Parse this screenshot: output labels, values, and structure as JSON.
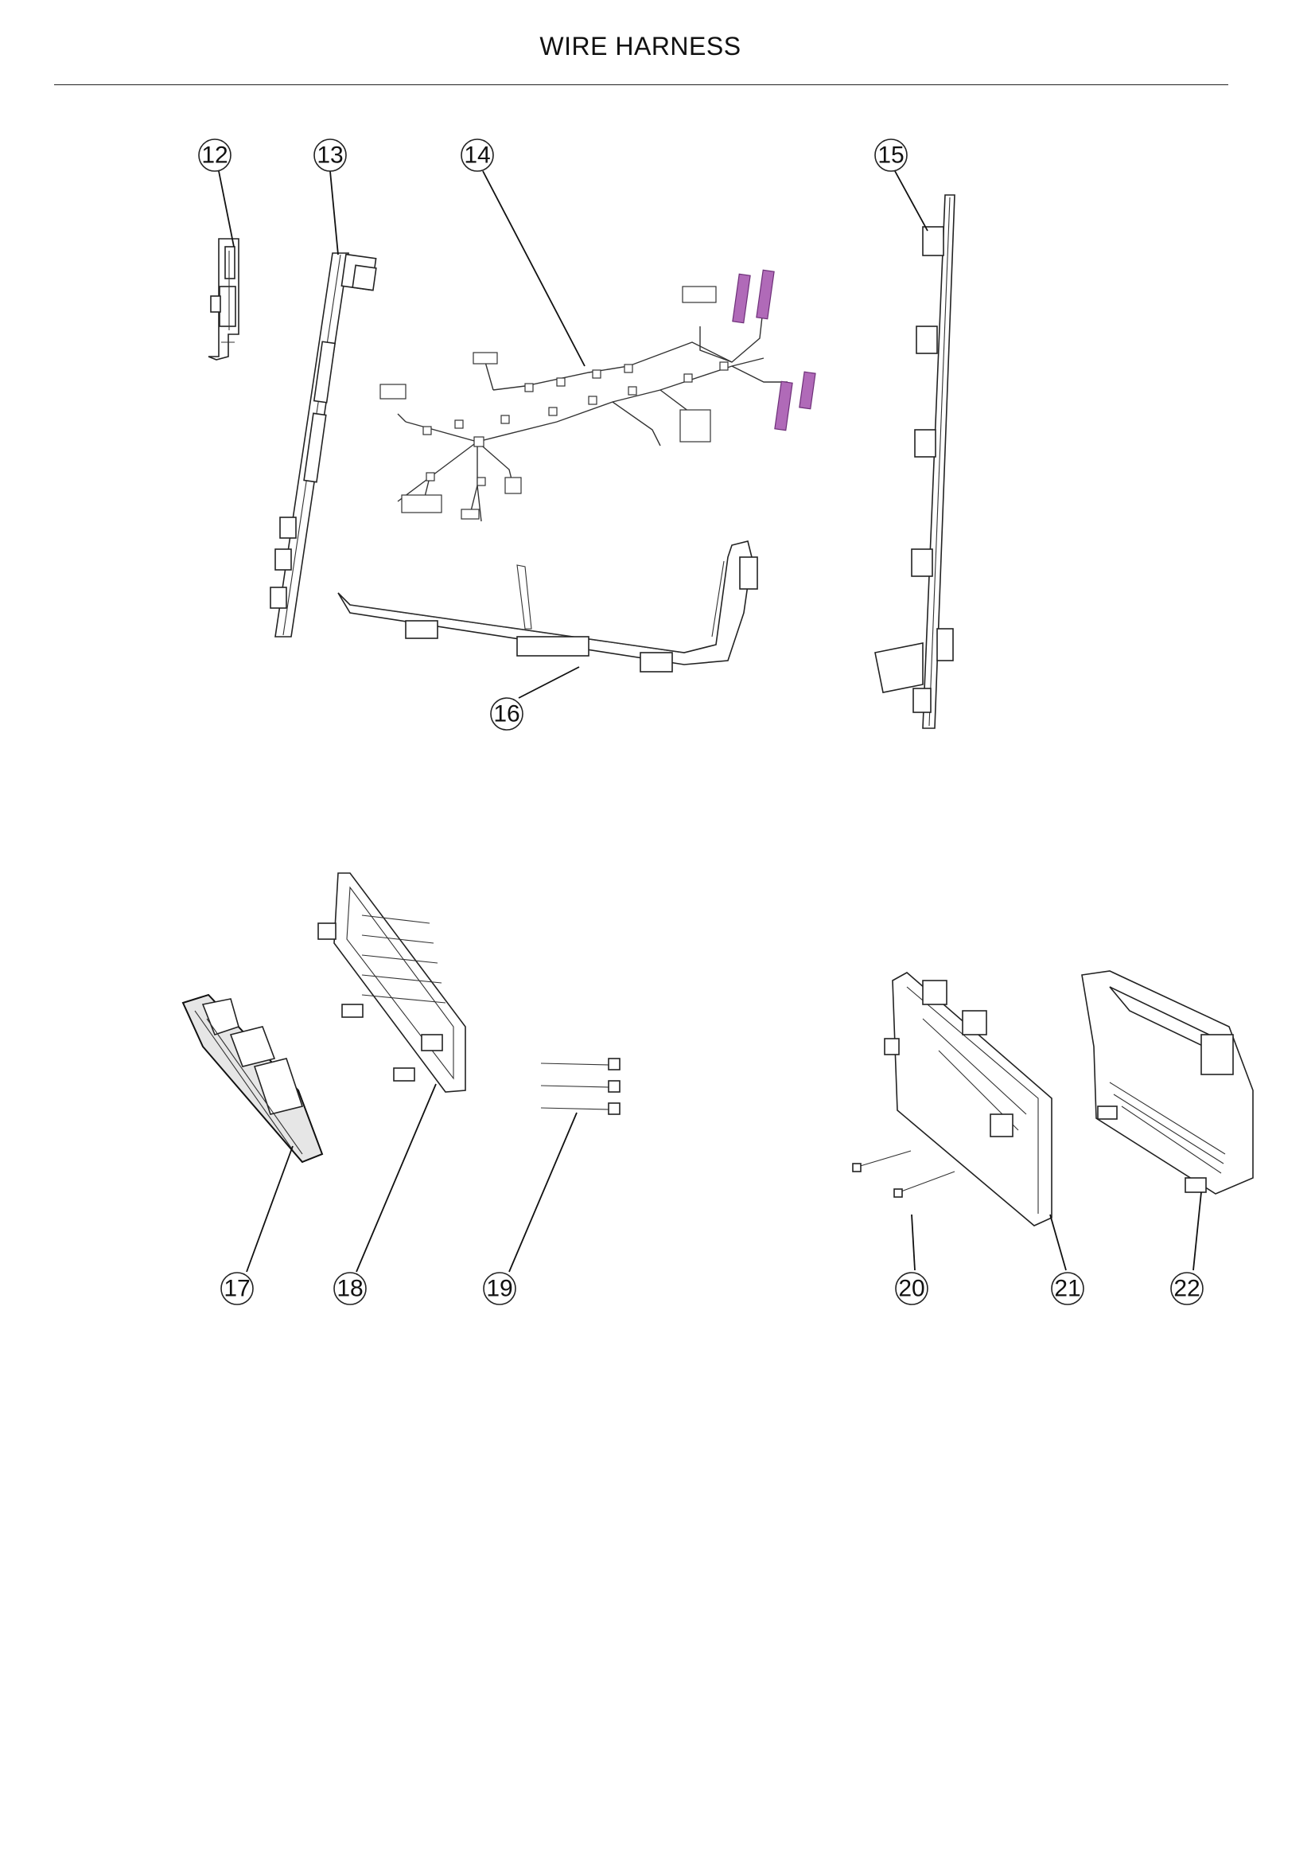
{
  "page": {
    "title": "WIRE HARNESS"
  },
  "callouts": [
    {
      "id": "c12",
      "label": "12"
    },
    {
      "id": "c13",
      "label": "13"
    },
    {
      "id": "c14",
      "label": "14"
    },
    {
      "id": "c15",
      "label": "15"
    },
    {
      "id": "c16",
      "label": "16"
    },
    {
      "id": "c17",
      "label": "17"
    },
    {
      "id": "c18",
      "label": "18"
    },
    {
      "id": "c19",
      "label": "19"
    },
    {
      "id": "c20",
      "label": "20"
    },
    {
      "id": "c21",
      "label": "21"
    },
    {
      "id": "c22",
      "label": "22"
    }
  ],
  "parts": [
    {
      "callout": "12",
      "icon": "harness-clip-bracket-icon"
    },
    {
      "callout": "13",
      "icon": "long-cable-channel-icon"
    },
    {
      "callout": "14",
      "icon": "wire-harness-assembly-icon"
    },
    {
      "callout": "15",
      "icon": "vertical-cable-channel-icon"
    },
    {
      "callout": "16",
      "icon": "bent-cable-duct-icon"
    },
    {
      "callout": "17",
      "icon": "connector-holder-icon"
    },
    {
      "callout": "18",
      "icon": "frame-cover-icon"
    },
    {
      "callout": "19",
      "icon": "cable-ties-icon"
    },
    {
      "callout": "20",
      "icon": "cable-tie-pair-icon"
    },
    {
      "callout": "21",
      "icon": "mounting-plate-icon"
    },
    {
      "callout": "22",
      "icon": "housing-box-icon"
    }
  ],
  "colors": {
    "line": "#222222",
    "connector_highlight": "#b06ab8"
  }
}
